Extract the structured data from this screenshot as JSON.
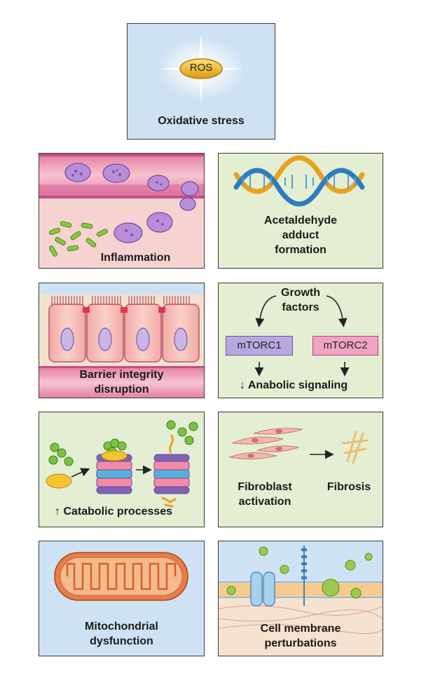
{
  "panels": {
    "oxidative": {
      "badge": "ROS",
      "label": "Oxidative stress"
    },
    "inflammation": {
      "label": "Inflammation"
    },
    "acetaldehyde": {
      "line1": "Acetaldehyde",
      "line2": "adduct",
      "line3": "formation"
    },
    "barrier": {
      "line1": "Barrier integrity",
      "line2": "disruption"
    },
    "anabolic": {
      "title1": "Growth",
      "title2": "factors",
      "mtorc1": "mTORC1",
      "mtorc2": "mTORC2",
      "label": "Anabolic signaling",
      "arrow": "↓"
    },
    "catabolic": {
      "label": "Catabolic processes",
      "arrow": "↑"
    },
    "fibro": {
      "left1": "Fibroblast",
      "left2": "activation",
      "right": "Fibrosis"
    },
    "mito": {
      "line1": "Mitochondrial",
      "line2": "dysfunction"
    },
    "membrane": {
      "line1": "Cell membrane",
      "line2": "perturbations"
    }
  },
  "colors": {
    "blue_panel": "#cfe2f3",
    "green_panel": "#e3eed3",
    "mtorc1": "#b9a8e0",
    "mtorc2": "#f0a4c4",
    "ros_gold": "#e8b320"
  }
}
